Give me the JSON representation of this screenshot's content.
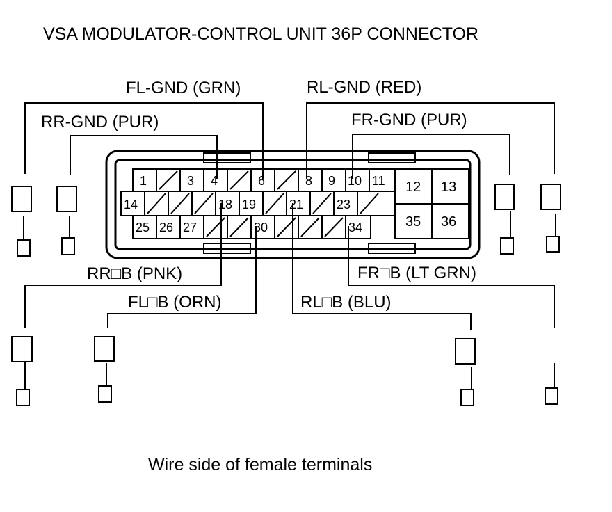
{
  "title": "VSA MODULATOR-CONTROL UNIT 36P CONNECTOR",
  "caption": "Wire side of female terminals",
  "labels": {
    "fl_gnd": "FL-GND (GRN)",
    "rl_gnd": "RL-GND (RED)",
    "rr_gnd": "RR-GND (PUR)",
    "fr_gnd": "FR-GND (PUR)",
    "rr_b": "RR□B (PNK)",
    "fr_b": "FR□B (LT GRN)",
    "fl_b": "FL□B (ORN)",
    "rl_b": "RL□B (BLU)"
  },
  "pins": {
    "p1": "1",
    "p3": "3",
    "p4": "4",
    "p6": "6",
    "p8": "8",
    "p9": "9",
    "p10": "10",
    "p11": "11",
    "p12": "12",
    "p13": "13",
    "p14": "14",
    "p18": "18",
    "p19": "19",
    "p21": "21",
    "p23": "23",
    "p25": "25",
    "p26": "26",
    "p27": "27",
    "p30": "30",
    "p34": "34",
    "p35": "35",
    "p36": "36"
  }
}
